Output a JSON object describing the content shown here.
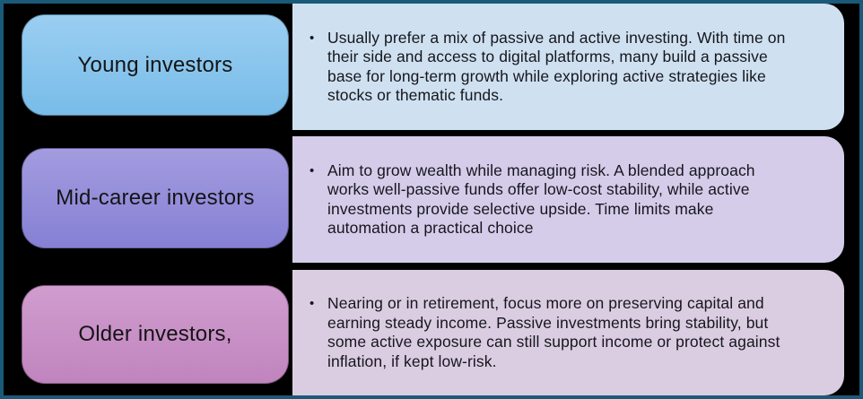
{
  "diagram": {
    "bullet_char": "•",
    "border_color": "#1A5A78",
    "background_color": "#000000",
    "text_color": "#16161E",
    "rows": [
      {
        "label": "Young investors",
        "description": "Usually prefer a mix of passive and active investing. With time on their side and access to digital platforms, many build a passive base for long-term growth while exploring active strategies like stocks or thematic funds.",
        "colors": {
          "box_gradient_top": "#9BCEF1",
          "box_gradient_bottom": "#78BCE9",
          "panel_background": "#CFE1F0"
        }
      },
      {
        "label": "Mid-career investors",
        "description": "Aim to grow wealth while managing risk. A blended approach works well-passive funds offer low-cost stability, while active investments provide selective upside. Time limits make automation a practical choice",
        "colors": {
          "box_gradient_top": "#A39CDF",
          "box_gradient_bottom": "#8680D5",
          "panel_background": "#D5CCE9"
        }
      },
      {
        "label": "Older investors,",
        "description": "Nearing or in retirement, focus more on preserving capital and earning steady income. Passive investments bring stability, but some active exposure can still support income or protect against inflation, if kept low-risk.",
        "colors": {
          "box_gradient_top": "#D09DCF",
          "box_gradient_bottom": "#C084BE",
          "panel_background": "#DBCDE1"
        }
      }
    ]
  }
}
